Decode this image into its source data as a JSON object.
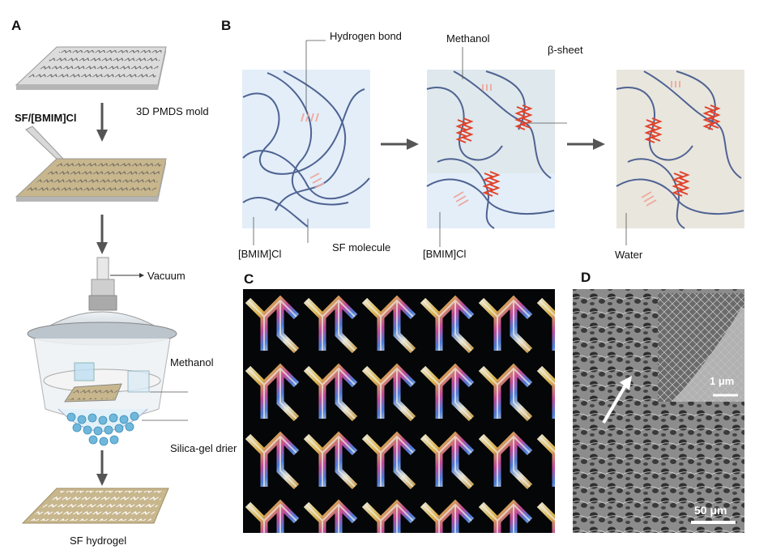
{
  "panels": {
    "a": {
      "letter": "A",
      "mold_label": "3D PMDS mold",
      "solution_label": "SF/[BMIM]Cl",
      "vacuum_label": "Vacuum",
      "methanol_label": "Methanol",
      "drier_label": "Silica-gel drier",
      "product_label": "SF hydrogel"
    },
    "b": {
      "letter": "B",
      "hbond_label": "Hydrogen bond",
      "methanol_label": "Methanol",
      "beta_label": "β-sheet",
      "bmim_label_1": "[BMIM]Cl",
      "sf_label": "SF molecule",
      "bmim_label_2": "[BMIM]Cl",
      "water_label": "Water"
    },
    "c": {
      "letter": "C"
    },
    "d": {
      "letter": "D",
      "inset_scale": "1 μm",
      "main_scale": "50 μm"
    }
  },
  "colors": {
    "solvent_blue": "#e3eef9",
    "methanol_grey": "#dfe8ec",
    "water_beige": "#e9e6de",
    "chain": "#4f6392",
    "beta_sheet": "#e0432c",
    "hbond": "#f0a79a",
    "gel_tan": "#c8b68d",
    "bead_blue": "#6fb8dc"
  },
  "icons": [
    "arrow-down-icon",
    "arrow-right-icon",
    "pipette-icon",
    "desiccator-icon"
  ]
}
